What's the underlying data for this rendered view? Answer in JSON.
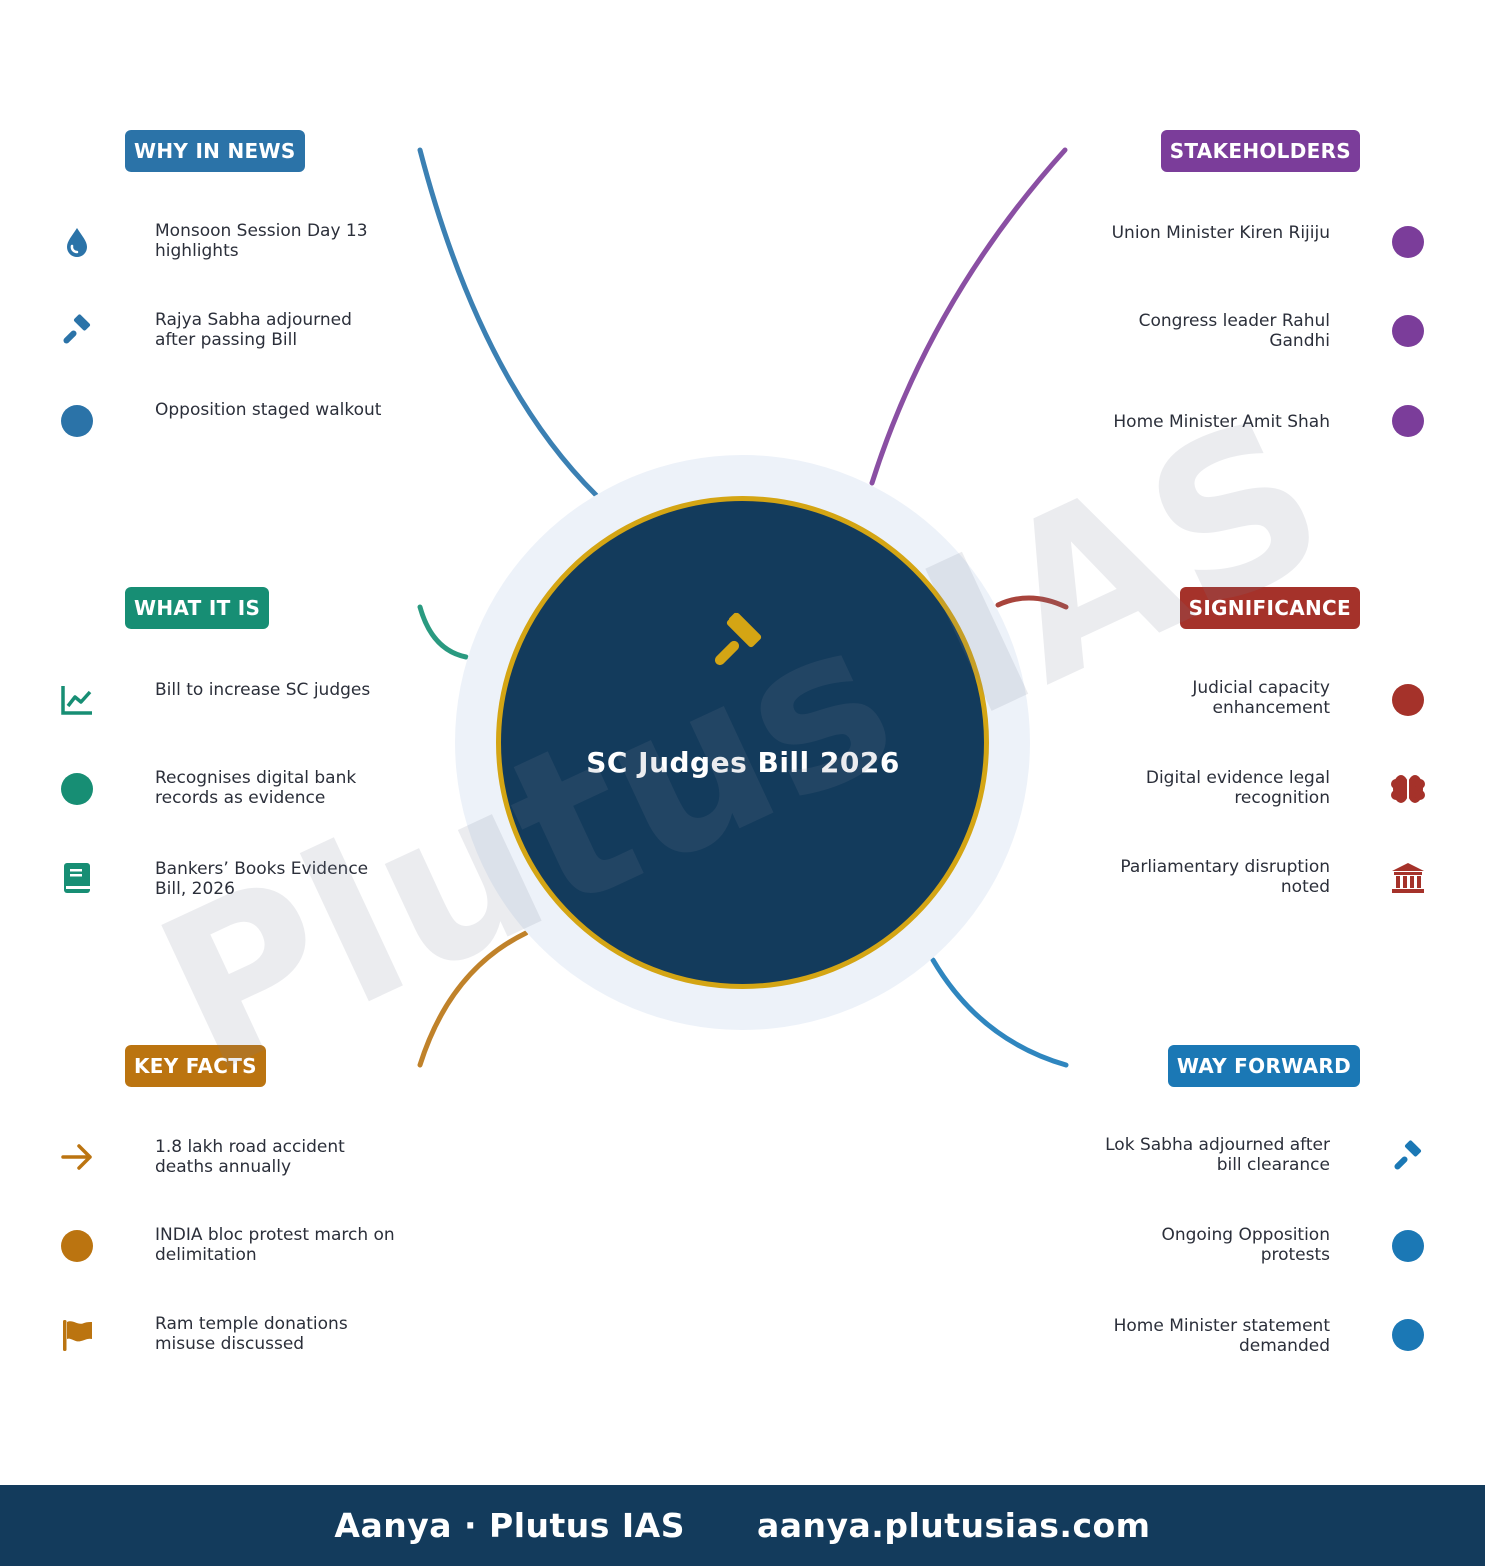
{
  "center": {
    "title": "SC Judges Bill 2026",
    "icon": "gavel-icon",
    "fill": "#133b5c",
    "ring": "#d4a514",
    "halo": "#edf2f9"
  },
  "watermark": "Plutus IAS",
  "sections": {
    "why_in_news": {
      "label": "WHY IN NEWS",
      "color": "#2b73a8",
      "items": [
        {
          "text": "Monsoon Session Day 13 highlights",
          "icon": "drop-icon"
        },
        {
          "text": "Rajya Sabha adjourned after passing Bill",
          "icon": "gavel-icon"
        },
        {
          "text": "Opposition staged walkout",
          "icon": "dot-icon"
        }
      ]
    },
    "stakeholders": {
      "label": "STAKEHOLDERS",
      "color": "#7b3d9a",
      "items": [
        {
          "text": "Union Minister Kiren Rijiju",
          "icon": "dot-icon"
        },
        {
          "text": "Congress leader Rahul Gandhi",
          "icon": "dot-icon"
        },
        {
          "text": "Home Minister Amit Shah",
          "icon": "dot-icon"
        }
      ]
    },
    "what_it_is": {
      "label": "WHAT IT IS",
      "color": "#178e74",
      "items": [
        {
          "text": "Bill to increase SC judges",
          "icon": "line-chart-icon"
        },
        {
          "text": "Recognises digital bank records as evidence",
          "icon": "dot-icon"
        },
        {
          "text": "Bankers’ Books Evidence Bill, 2026",
          "icon": "book-icon"
        }
      ]
    },
    "significance": {
      "label": "SIGNIFICANCE",
      "color": "#a5322a",
      "items": [
        {
          "text": "Judicial capacity enhancement",
          "icon": "dot-icon"
        },
        {
          "text": "Digital evidence legal recognition",
          "icon": "brain-icon"
        },
        {
          "text": "Parliamentary disruption noted",
          "icon": "institution-icon"
        }
      ]
    },
    "key_facts": {
      "label": "KEY FACTS",
      "color": "#bb7410",
      "items": [
        {
          "text": "1.8 lakh road accident deaths annually",
          "icon": "arrow-right-icon"
        },
        {
          "text": "INDIA bloc protest march on delimitation",
          "icon": "dot-icon"
        },
        {
          "text": "Ram temple donations misuse discussed",
          "icon": "flag-icon"
        }
      ]
    },
    "way_forward": {
      "label": "WAY FORWARD",
      "color": "#1b78b5",
      "items": [
        {
          "text": "Lok Sabha adjourned after bill clearance",
          "icon": "gavel-icon"
        },
        {
          "text": "Ongoing Opposition protests",
          "icon": "dot-icon"
        },
        {
          "text": "Home Minister statement demanded",
          "icon": "dot-icon"
        }
      ]
    }
  },
  "footer": {
    "left": "Aanya · Plutus IAS",
    "right": "aanya.plutusias.com"
  }
}
